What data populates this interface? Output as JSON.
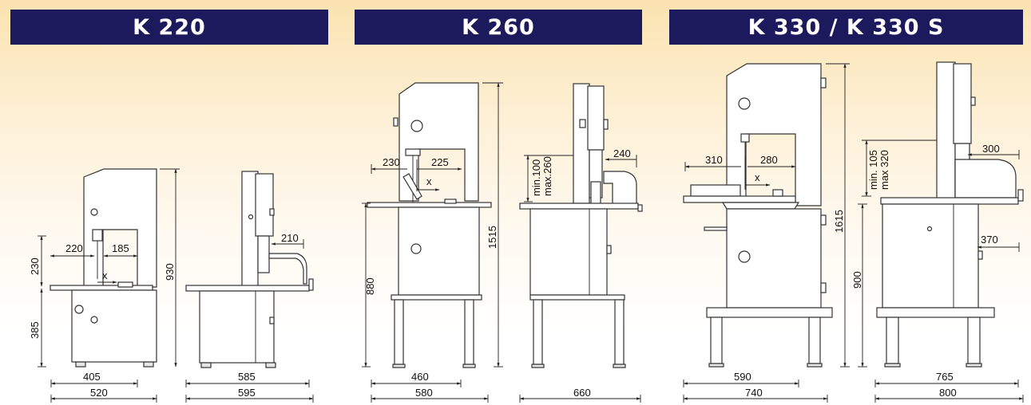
{
  "models": [
    {
      "name": "K 220",
      "dims": {
        "front_height_table": "230",
        "front_height_base": "385",
        "front_throat_left": "220",
        "front_throat_right": "185",
        "front_cut_marker": "x",
        "front_width_table": "405",
        "front_width_total": "520",
        "total_height": "930",
        "side_cut_depth": "210",
        "side_width_table": "585",
        "side_width_total": "595"
      }
    },
    {
      "name": "K 260",
      "dims": {
        "front_throat_left": "230",
        "front_throat_right": "225",
        "front_cut_marker": "x",
        "table_height": "880",
        "total_height": "1515",
        "cut_height": "min.100 max.260",
        "side_cut_depth": "240",
        "front_width_table": "460",
        "front_width_total": "580",
        "side_width_total": "660"
      }
    },
    {
      "name": "K 330 / K 330 S",
      "dims": {
        "front_throat_left": "310",
        "front_throat_right": "280",
        "front_cut_marker": "x",
        "total_height": "1615",
        "cut_height": "min. 105 max 320",
        "side_cut_depth": "300",
        "side_lower_depth": "370",
        "table_height": "900",
        "front_width_table": "590",
        "front_width_total": "740",
        "side_width_table": "765",
        "side_width_total": "800"
      }
    }
  ]
}
